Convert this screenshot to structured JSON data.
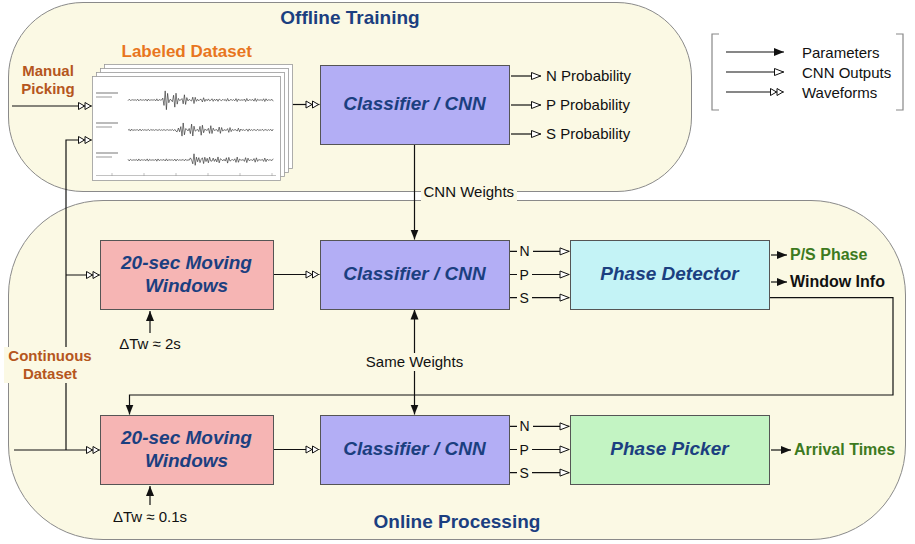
{
  "diagram": {
    "nodes": [
      {
        "text": [
          "Offline Training"
        ]
      },
      {
        "text": [
          "Labeled Dataset"
        ],
        "in": 0
      },
      {
        "text": [
          "Classifier / CNN"
        ],
        "in": 0
      },
      {
        "text": [
          "Online Processing"
        ]
      },
      {
        "text": [
          "20-sec Moving Windows"
        ],
        "in": 3
      },
      {
        "text": [
          "Classifier / CNN"
        ],
        "in": 3
      },
      {
        "text": [
          "Phase Detector"
        ],
        "in": 3
      },
      {
        "text": [
          "20-sec Moving Windows"
        ],
        "in": 3
      },
      {
        "text": [
          "Classifier / CNN"
        ],
        "in": 3
      },
      {
        "text": [
          "Phase Picker"
        ],
        "in": 3
      }
    ],
    "edges": [
      {
        "from": 1,
        "to": 2,
        "arrow": "to"
      },
      {
        "from": 2,
        "to": 5,
        "label": "CNN Weights",
        "arrow": "to"
      },
      {
        "from": 4,
        "to": 5,
        "arrow": "to"
      },
      {
        "from": 5,
        "to": 6,
        "label": "N",
        "arrow": "to"
      },
      {
        "from": 5,
        "to": 6,
        "label": "P",
        "arrow": "to"
      },
      {
        "from": 5,
        "to": 6,
        "label": "S",
        "arrow": "to"
      },
      {
        "from": 6,
        "to": 7,
        "arrow": "to"
      },
      {
        "from": 5,
        "to": 8,
        "label": "Same Weights",
        "arrow": "both"
      },
      {
        "from": 7,
        "to": 8,
        "arrow": "to"
      },
      {
        "from": 8,
        "to": 9,
        "label": "N",
        "arrow": "to"
      },
      {
        "from": 8,
        "to": 9,
        "label": "P",
        "arrow": "to"
      },
      {
        "from": 8,
        "to": 9,
        "label": "S",
        "arrow": "to"
      }
    ],
    "labels": [
      "Manual Picking",
      "N Probability",
      "P Probability",
      "S Probability",
      "P/S Phase",
      "Window Info",
      "ΔTw ≈ 2s",
      "Continuous Dataset",
      "ΔTw ≈ 0.1s",
      "Arrival Times"
    ],
    "legend": [
      {
        "text": "Parameters"
      },
      {
        "text": "CNN Outputs"
      },
      {
        "text": "Waveforms"
      }
    ]
  }
}
